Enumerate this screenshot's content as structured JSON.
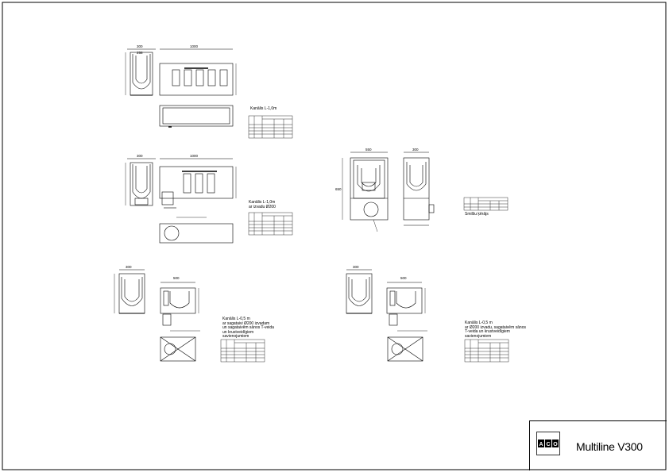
{
  "title_block": {
    "logo_text": "ACO",
    "product_title": "Multiline V300"
  },
  "notes": {
    "n1": "Kanālis L-1,0m",
    "n2": "Kanālis L-1,0m\nar izvadu Ø200",
    "n3": "Smilšu ķērājs",
    "n4": "Kanālis L-0,5 m\nar sagataivi Ø200 izvadam\nun sagataivēm sānos T-veida\nun krustveidīgiem\nsavienojumiem",
    "n5": "Kanālis L-0,5 m\nar Ø200 izvadu, sagataivēm sānos\nT-veida un krustveidīgiem\nsavienojumiem"
  },
  "dimensions": {
    "w300": "300",
    "w258": "258",
    "l1000": "1000",
    "l500": "500",
    "w550": "550",
    "h650": "650"
  }
}
